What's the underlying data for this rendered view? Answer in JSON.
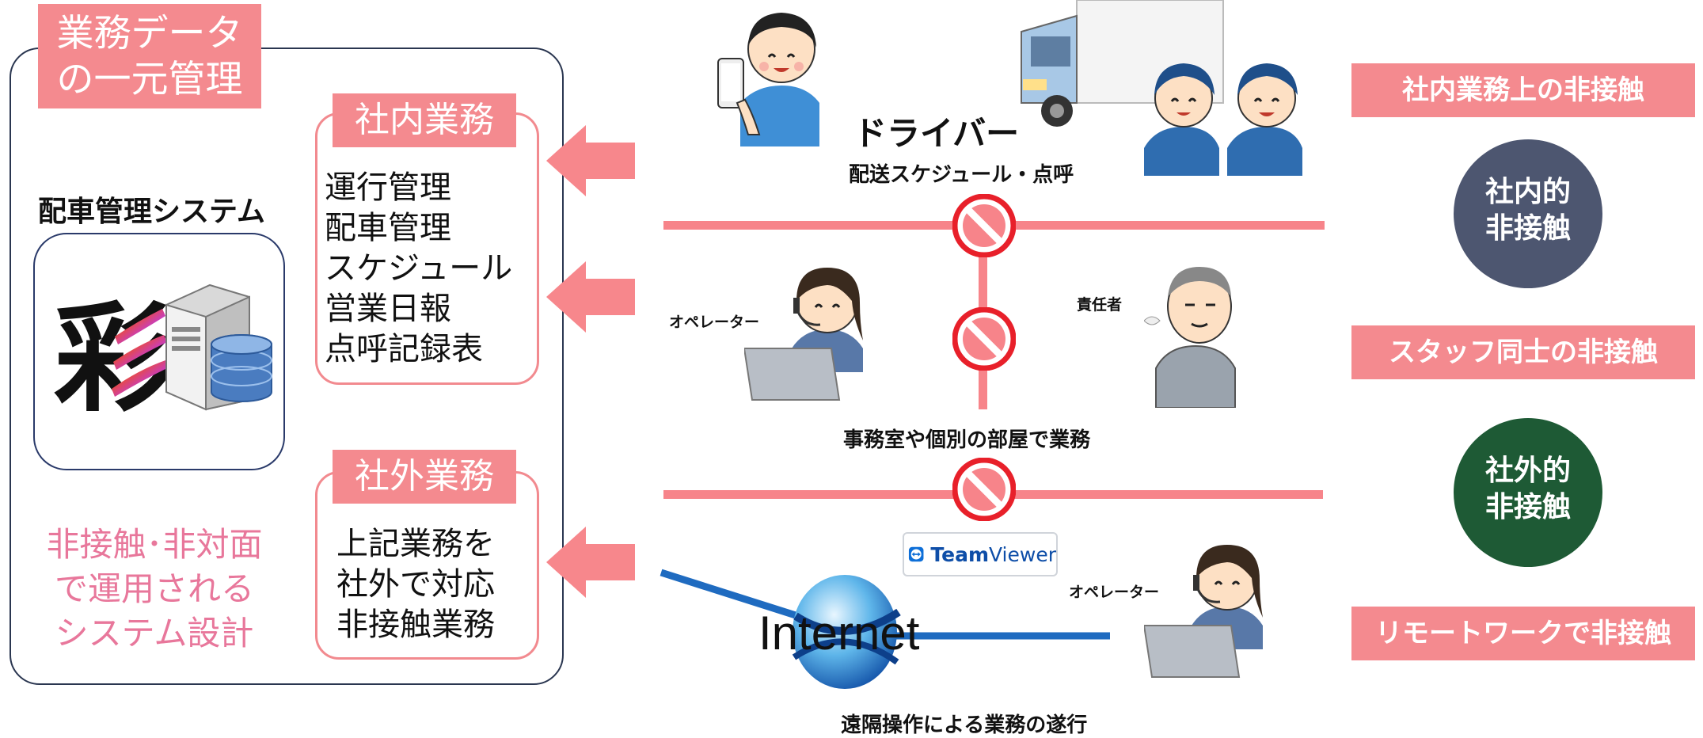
{
  "left_panel": {
    "title_line1": "業務データ",
    "title_line2": "の一元管理",
    "system_label": "配車管理システム",
    "logo_char": "彩",
    "internal": {
      "tag": "社内業務",
      "lines": [
        "運行管理",
        "配車管理",
        "スケジュール",
        "営業日報",
        "点呼記録表"
      ]
    },
    "external": {
      "tag": "社外業務",
      "lines": [
        "上記業務を",
        "社外で対応",
        "非接触業務"
      ]
    },
    "design_text": [
      "非接触･非対面",
      "で運用される",
      "システム設計"
    ]
  },
  "middle": {
    "driver_label": "ドライバー",
    "schedule_label": "配送スケジュール・点呼",
    "operator_label_1": "オペレーター",
    "manager_label": "責任者",
    "office_label": "事務室や個別の部屋で業務",
    "teamviewer_label_bold": "Team",
    "teamviewer_label_light": "Viewer",
    "internet_label": "Internet",
    "operator_label_2": "オペレーター",
    "remote_label": "遠隔操作による業務の遂行"
  },
  "right_panel": {
    "tag1": "社内業務上の非接触",
    "circle1": [
      "社内的",
      "非接触"
    ],
    "tag2": "スタッフ同士の非接触",
    "circle2": [
      "社外的",
      "非接触"
    ],
    "tag3": "リモートワークで非接触"
  },
  "colors": {
    "pink": "#f48a8f",
    "navy_circle": "#4d5670",
    "green_circle": "#1e5a35",
    "text_pink": "#e8779b",
    "internet_blue": "#1f6bc0"
  }
}
